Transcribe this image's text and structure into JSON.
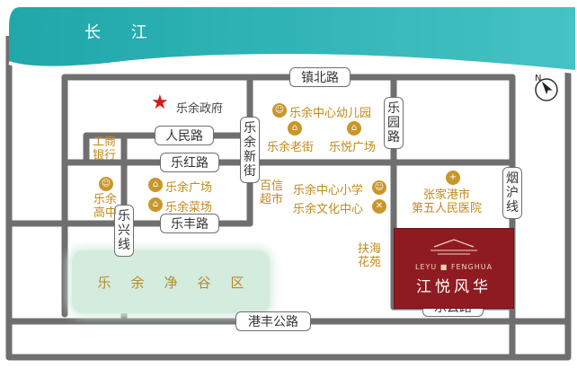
{
  "map": {
    "river": "长 江",
    "roads": {
      "zhenbei": "镇北路",
      "renmin": "人民路",
      "lehong": "乐红路",
      "lefeng": "乐丰路",
      "leyuxinjie": [
        "乐",
        "余",
        "新",
        "街"
      ],
      "leyuan": [
        "乐",
        "园",
        "路"
      ],
      "yanhu": [
        "烟",
        "沪",
        "线"
      ],
      "lexing": [
        "乐",
        "兴",
        "线"
      ],
      "gangfeng": "港丰公路",
      "leyun": "乐云路"
    },
    "landmarks": {
      "government": "乐余政府",
      "kindergarten": "乐余中心幼儿园",
      "old_street": "乐余老街",
      "leyue_plaza": "乐悦广场",
      "icbc": [
        "工商",
        "银行"
      ],
      "high_school": [
        "乐余",
        "高中"
      ],
      "leyu_plaza": "乐余广场",
      "vegetable_market": "乐余菜场",
      "baixin": [
        "百信",
        "超市"
      ],
      "primary_school": "乐余中心小学",
      "culture_center": "乐余文化中心",
      "hospital": [
        "张家港市",
        "第五人民医院"
      ],
      "fuhai": [
        "扶海",
        "花苑"
      ],
      "park": "乐余净谷区"
    },
    "project": {
      "top": "LEYU ■ FENGHUA",
      "name": "江悦风华"
    },
    "compass": "N",
    "colors": {
      "river": "#29b0b0",
      "road": "#6f6f6f",
      "poi": "#c18a1c",
      "project": "#8f1b22",
      "park": "#d4ecde"
    }
  }
}
